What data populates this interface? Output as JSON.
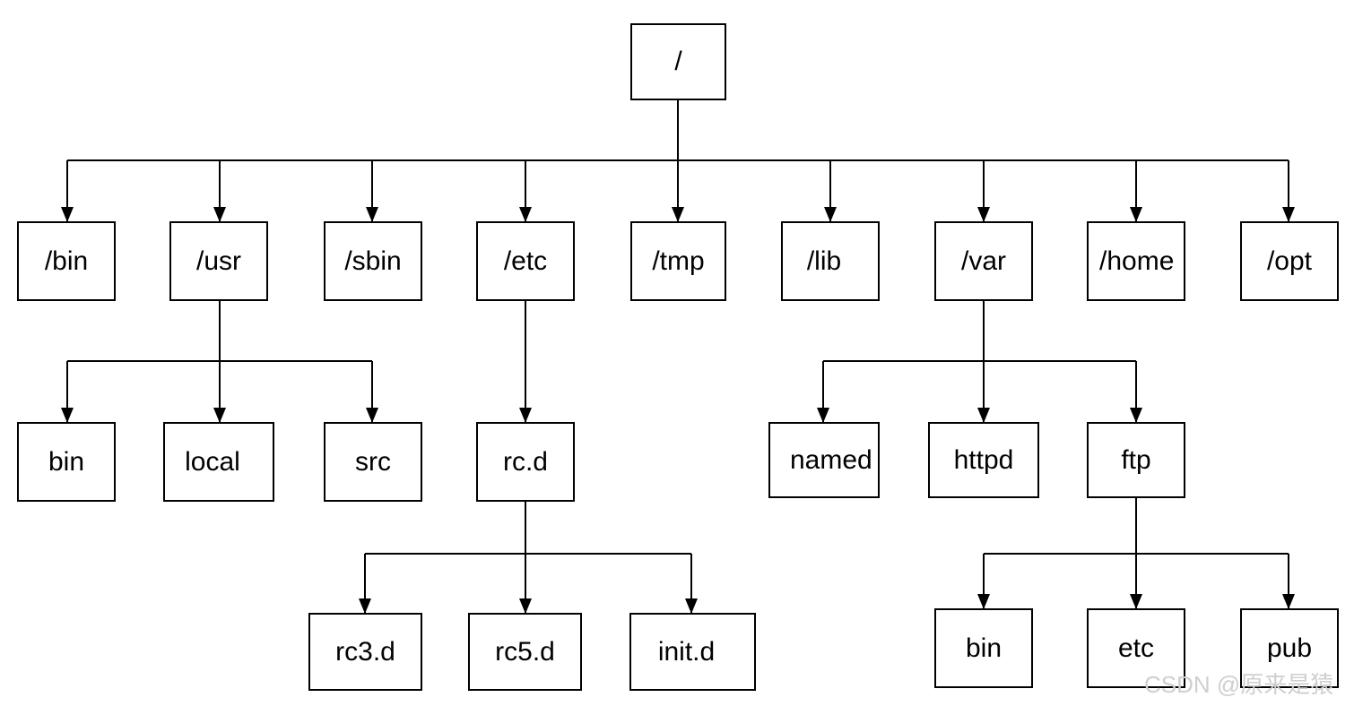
{
  "colors": {
    "line": "#000000",
    "box_border": "#000000",
    "box_fill": "#ffffff",
    "watermark": "#cfcfcf"
  },
  "tree": {
    "root": "/",
    "level1": [
      "/bin",
      "/usr",
      "/sbin",
      "/etc",
      "/tmp",
      "/lib",
      "/var",
      "/home",
      "/opt"
    ],
    "usr_children": [
      "bin",
      "local",
      "src"
    ],
    "etc_children": [
      "rc.d"
    ],
    "rcd_children": [
      "rc3.d",
      "rc5.d",
      "init.d"
    ],
    "var_children": [
      "named",
      "httpd",
      "ftp"
    ],
    "ftp_children": [
      "bin",
      "etc",
      "pub"
    ]
  },
  "watermark": "CSDN @原来是猿"
}
